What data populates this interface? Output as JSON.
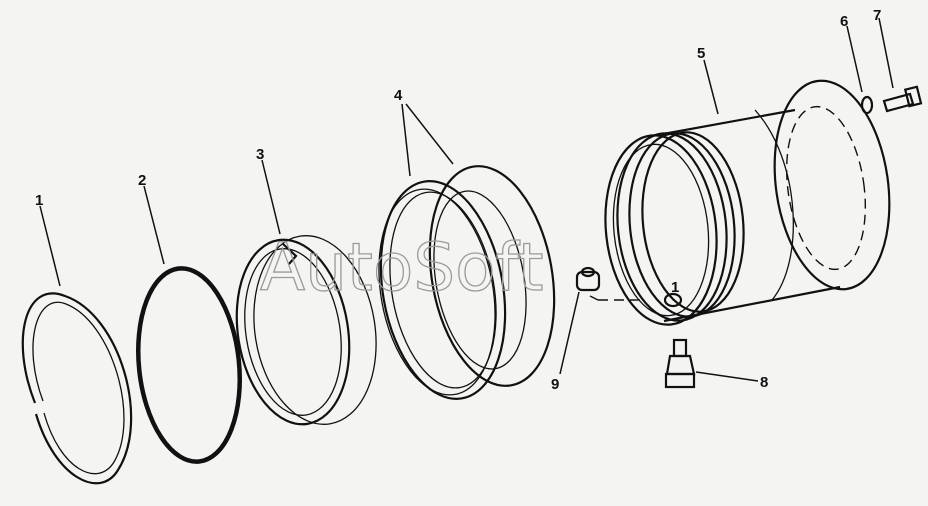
{
  "callouts": {
    "c1": "1",
    "c2": "2",
    "c3": "3",
    "c4": "4",
    "c5": "5",
    "c6": "6",
    "c7": "7",
    "c8": "8",
    "c9": "9",
    "c1b": "1"
  },
  "watermark": "AutoSoft"
}
